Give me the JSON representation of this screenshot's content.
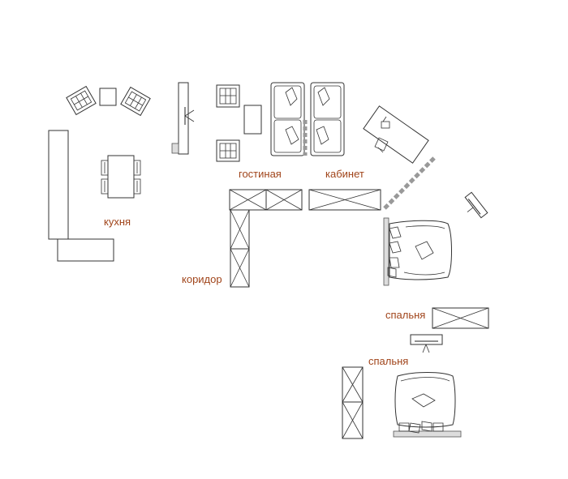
{
  "rooms": {
    "kitchen": "кухня",
    "living": "гостиная",
    "study": "кабинет",
    "corridor": "коридор",
    "bedroom_1": "спальня",
    "bedroom_2": "спальня"
  },
  "colors": {
    "label": "#a0441a",
    "line": "#333333",
    "background": "#ffffff"
  }
}
